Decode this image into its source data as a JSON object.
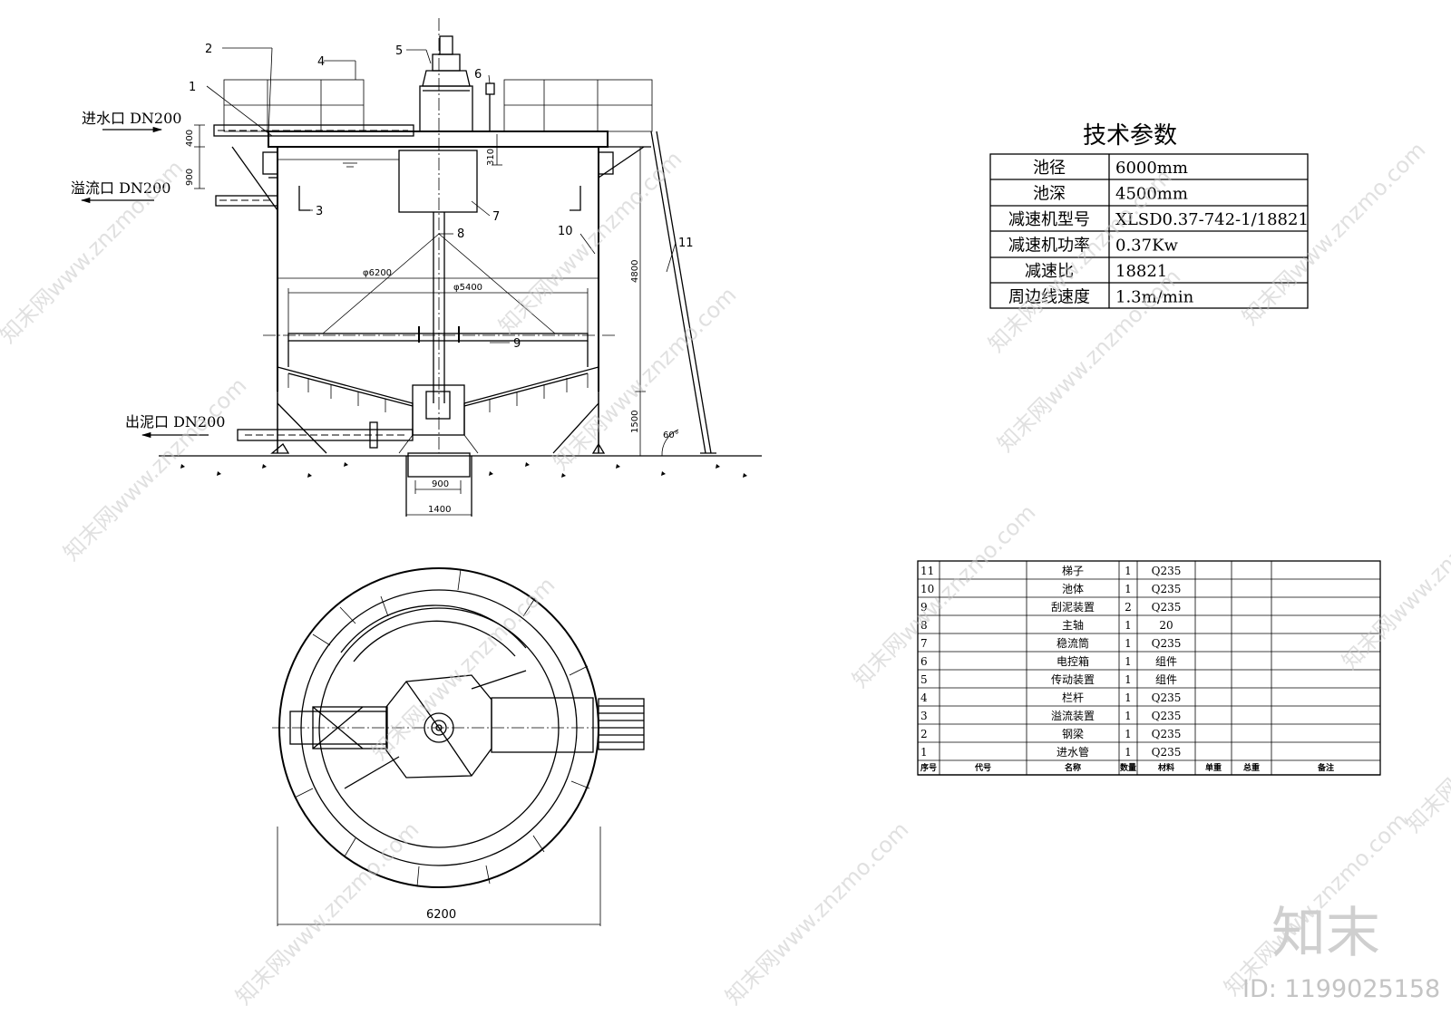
{
  "labels": {
    "inlet": "进水口 DN200",
    "overflow": "溢流口 DN200",
    "sludge": "出泥口 DN200"
  },
  "dimensions": {
    "d400": "400",
    "d900": "900",
    "d310": "310",
    "d4800": "4800",
    "d1500": "1500",
    "d6200": "φ6200",
    "d5400": "φ5400",
    "d900b": "900",
    "d1400": "1400",
    "angle": "60°",
    "plan_width": "6200"
  },
  "callouts": [
    "1",
    "2",
    "3",
    "4",
    "5",
    "6",
    "7",
    "8",
    "9",
    "10",
    "11"
  ],
  "tech_params": {
    "title": "技术参数",
    "rows": [
      {
        "name": "池径",
        "value": "6000mm"
      },
      {
        "name": "池深",
        "value": "4500mm"
      },
      {
        "name": "减速机型号",
        "value": "XLSD0.37-742-1/18821"
      },
      {
        "name": "减速机功率",
        "value": "0.37Kw"
      },
      {
        "name": "减速比",
        "value": "18821"
      },
      {
        "name": "周边线速度",
        "value": "1.3m/min"
      }
    ]
  },
  "bom": {
    "rows": [
      {
        "no": "11",
        "name": "梯子",
        "qty": "1",
        "material": "Q235"
      },
      {
        "no": "10",
        "name": "池体",
        "qty": "1",
        "material": "Q235"
      },
      {
        "no": "9",
        "name": "刮泥装置",
        "qty": "2",
        "material": "Q235"
      },
      {
        "no": "8",
        "name": "主轴",
        "qty": "1",
        "material": "20"
      },
      {
        "no": "7",
        "name": "稳流筒",
        "qty": "1",
        "material": "Q235"
      },
      {
        "no": "6",
        "name": "电控箱",
        "qty": "1",
        "material": "组件"
      },
      {
        "no": "5",
        "name": "传动装置",
        "qty": "1",
        "material": "组件"
      },
      {
        "no": "4",
        "name": "栏杆",
        "qty": "1",
        "material": "Q235"
      },
      {
        "no": "3",
        "name": "溢流装置",
        "qty": "1",
        "material": "Q235"
      },
      {
        "no": "2",
        "name": "钢梁",
        "qty": "1",
        "material": "Q235"
      },
      {
        "no": "1",
        "name": "进水管",
        "qty": "1",
        "material": "Q235"
      }
    ],
    "header": [
      "序号",
      "代号",
      "名称",
      "数量",
      "材料",
      "单重",
      "总重",
      "备注"
    ]
  },
  "watermark": {
    "text": "知末网www.znzmo.com",
    "logo": "知末",
    "id": "ID: 1199025158"
  }
}
